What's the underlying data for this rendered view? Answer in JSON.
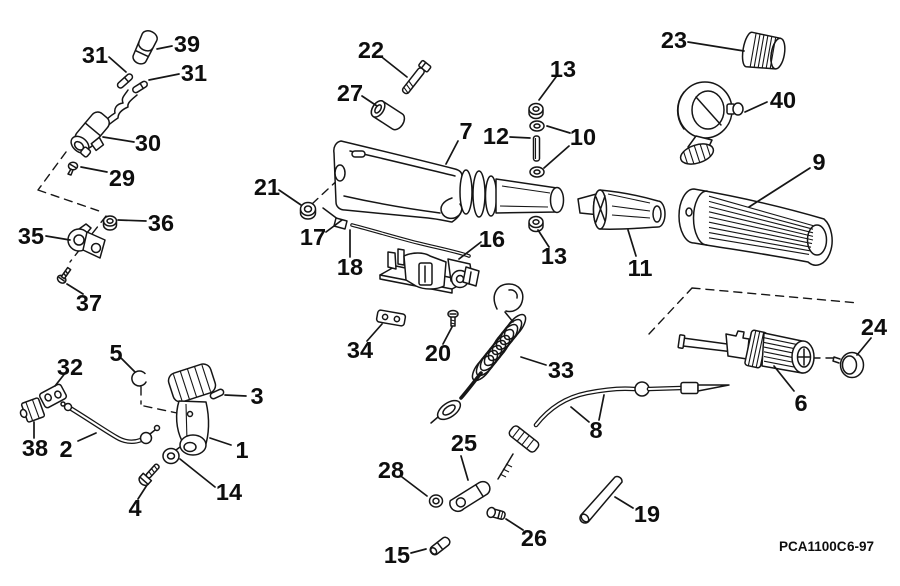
{
  "diagram": {
    "footer": {
      "code": "PCA1100C",
      "date": "6-97"
    },
    "callouts": [
      {
        "label": "39"
      },
      {
        "label": "31"
      },
      {
        "label": "31"
      },
      {
        "label": "30"
      },
      {
        "label": "29"
      },
      {
        "label": "36"
      },
      {
        "label": "35"
      },
      {
        "label": "37"
      },
      {
        "label": "22"
      },
      {
        "label": "27"
      },
      {
        "label": "7"
      },
      {
        "label": "21"
      },
      {
        "label": "17"
      },
      {
        "label": "18"
      },
      {
        "label": "16"
      },
      {
        "label": "12"
      },
      {
        "label": "13"
      },
      {
        "label": "10"
      },
      {
        "label": "13"
      },
      {
        "label": "23"
      },
      {
        "label": "40"
      },
      {
        "label": "9"
      },
      {
        "label": "11"
      },
      {
        "label": "34"
      },
      {
        "label": "20"
      },
      {
        "label": "33"
      },
      {
        "label": "24"
      },
      {
        "label": "6"
      },
      {
        "label": "8"
      },
      {
        "label": "5"
      },
      {
        "label": "32"
      },
      {
        "label": "3"
      },
      {
        "label": "38"
      },
      {
        "label": "2"
      },
      {
        "label": "1"
      },
      {
        "label": "14"
      },
      {
        "label": "4"
      },
      {
        "label": "25"
      },
      {
        "label": "28"
      },
      {
        "label": "26"
      },
      {
        "label": "15"
      },
      {
        "label": "19"
      }
    ]
  }
}
